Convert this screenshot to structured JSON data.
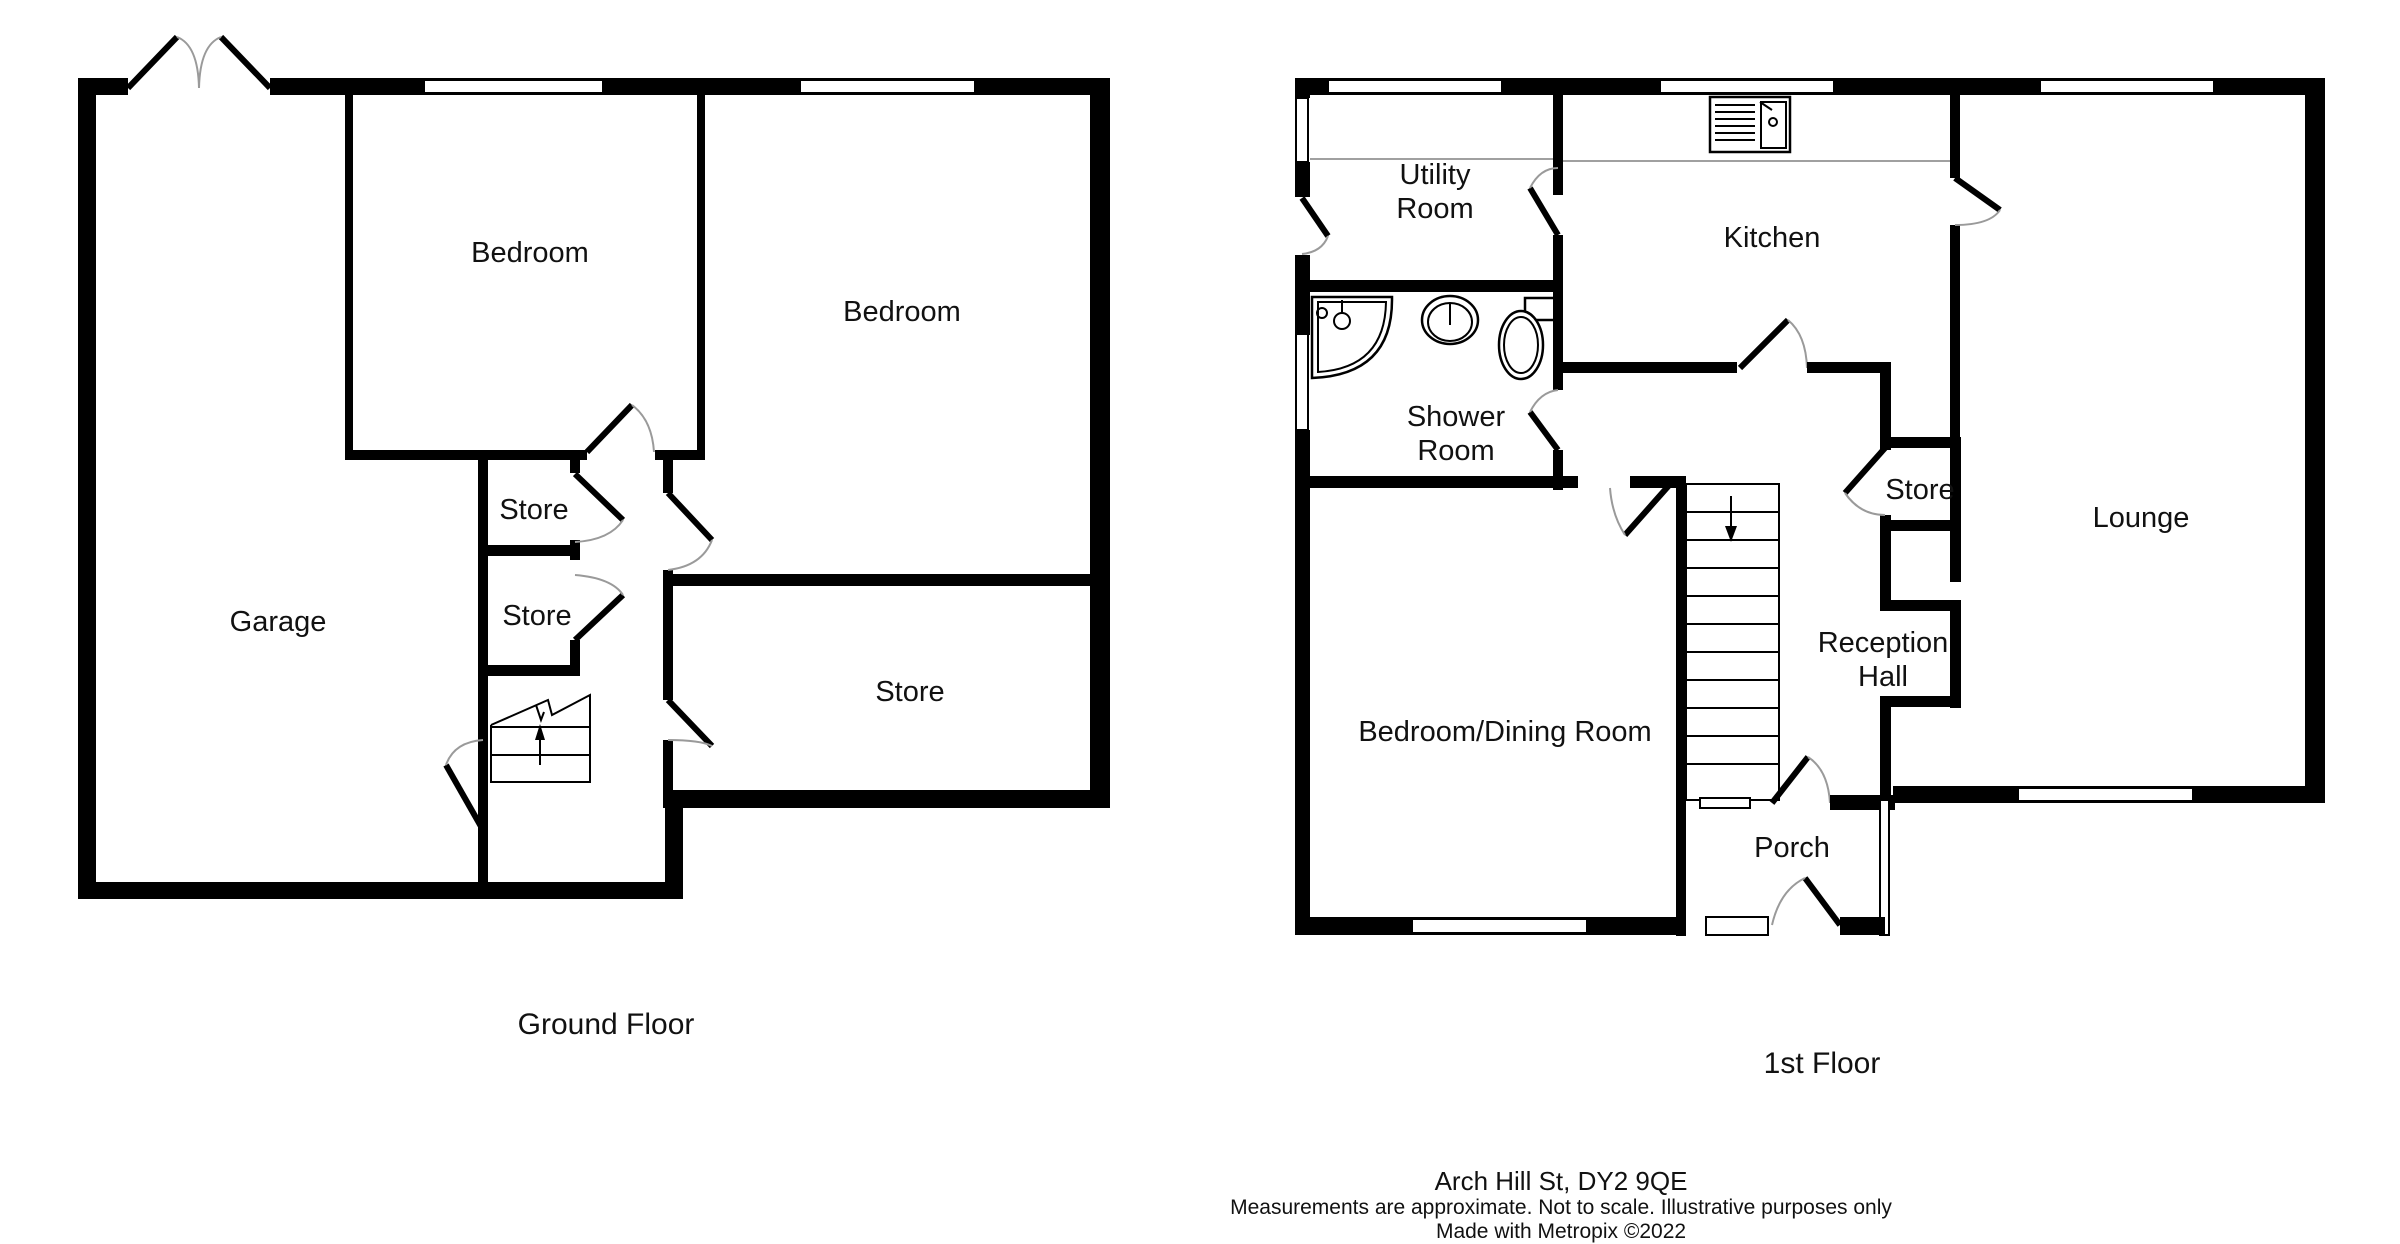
{
  "floors": {
    "ground": {
      "label": "Ground Floor",
      "rooms": [
        {
          "id": "garage",
          "name": "Garage"
        },
        {
          "id": "bedroom-1",
          "name": "Bedroom"
        },
        {
          "id": "bedroom-2",
          "name": "Bedroom"
        },
        {
          "id": "store-1",
          "name": "Store"
        },
        {
          "id": "store-2",
          "name": "Store"
        },
        {
          "id": "store-3",
          "name": "Store"
        }
      ]
    },
    "first": {
      "label": "1st Floor",
      "rooms": [
        {
          "id": "utility-room",
          "name": "Utility\nRoom",
          "line1": "Utility",
          "line2": "Room"
        },
        {
          "id": "kitchen",
          "name": "Kitchen"
        },
        {
          "id": "shower-room",
          "name": "Shower\nRoom",
          "line1": "Shower",
          "line2": "Room"
        },
        {
          "id": "store",
          "name": "Store"
        },
        {
          "id": "lounge",
          "name": "Lounge"
        },
        {
          "id": "reception-hall",
          "name": "Reception\nHall",
          "line1": "Reception",
          "line2": "Hall"
        },
        {
          "id": "bedroom-dining-room",
          "name": "Bedroom/Dining Room"
        },
        {
          "id": "porch",
          "name": "Porch"
        }
      ]
    }
  },
  "footer": {
    "address": "Arch Hill St, DY2 9QE",
    "disclaimer": "Measurements are approximate.  Not to scale.  Illustrative purposes only",
    "credit": "Made with Metropix ©2022"
  },
  "colors": {
    "wall": "#000000",
    "background": "#ffffff",
    "door_swing": "#9a9a9a"
  }
}
